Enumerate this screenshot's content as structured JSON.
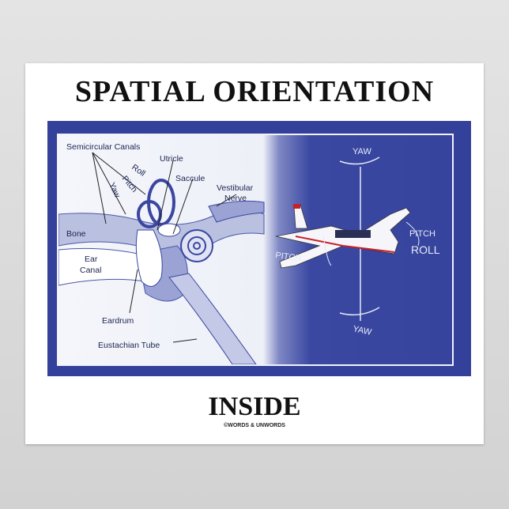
{
  "poster": {
    "title": "SPATIAL ORIENTATION",
    "subtitle": "INSIDE",
    "credit": "©WORDS & UNWORDS"
  },
  "ear_diagram": {
    "labels": {
      "semicircular_canals": "Semicircular Canals",
      "roll": "Roll",
      "pitch": "Pitch",
      "yaw": "Yaw",
      "utricle": "Utricle",
      "saccule": "Saccule",
      "vestibular_nerve_1": "Vestibular",
      "vestibular_nerve_2": "Nerve",
      "bone": "Bone",
      "ear_canal_1": "Ear",
      "ear_canal_2": "Canal",
      "eardrum": "Eardrum",
      "eustachian_tube": "Eustachian Tube"
    }
  },
  "airplane_diagram": {
    "labels": {
      "yaw_top": "YAW",
      "yaw_bottom": "YAW",
      "pitch_left": "PITCH",
      "pitch_right": "PITCH",
      "roll": "ROLL"
    }
  },
  "colors": {
    "panel_blue": "#33419a",
    "ear_light": "#eef0f8",
    "plane_stripe": "#c8202a"
  }
}
